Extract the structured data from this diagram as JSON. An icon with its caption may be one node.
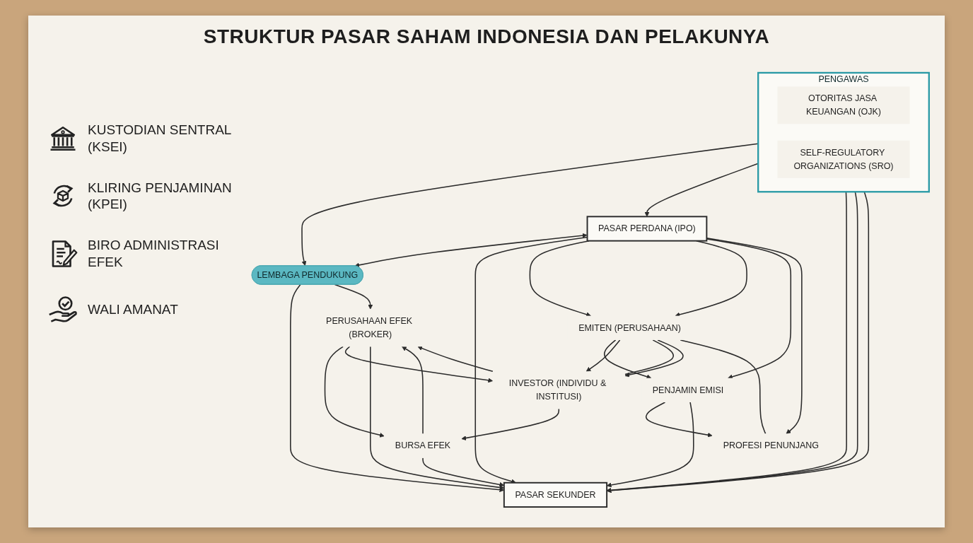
{
  "diagram": {
    "title": "STRUKTUR PASAR SAHAM INDONESIA DAN PELAKUNYA",
    "nodes": [
      {
        "text": [
          "PENGAWAS"
        ]
      },
      {
        "text": [
          "OTORITAS JASA KEUANGAN (OJK)"
        ],
        "in": 0
      },
      {
        "text": [
          "SELF-REGULATORY ORGANIZATIONS (SRO)"
        ],
        "in": 0
      },
      {
        "text": [
          "PASAR PERDANA (IPO)"
        ]
      },
      {
        "text": [
          "PASAR SEKUNDER"
        ]
      },
      {
        "text": [
          "LEMBAGA PENDUKUNG"
        ]
      },
      {
        "text": [
          "EMITEN (PERUSAHAAN)"
        ]
      },
      {
        "text": [
          "PENJAMIN EMISI"
        ]
      },
      {
        "text": [
          "PROFESI PENUNJANG"
        ]
      },
      {
        "text": [
          "BURSA EFEK"
        ]
      },
      {
        "text": [
          "PERUSAHAAN EFEK (BROKER)"
        ]
      },
      {
        "text": [
          "INVESTOR (INDIVIDU & INSTITUSI)"
        ]
      }
    ],
    "edges": [
      {
        "from": 0,
        "to": 5,
        "arrow": "to"
      },
      {
        "from": 0,
        "to": 3,
        "arrow": "to"
      },
      {
        "from": 0,
        "to": 4,
        "arrow": "to"
      },
      {
        "from": 0,
        "to": 4,
        "arrow": "to"
      },
      {
        "from": 0,
        "to": 4,
        "arrow": "to"
      },
      {
        "from": 3,
        "to": 5,
        "arrow": "both"
      },
      {
        "from": 3,
        "to": 4,
        "arrow": "to"
      },
      {
        "from": 3,
        "to": 6,
        "arrow": "to"
      },
      {
        "from": 3,
        "to": 6,
        "arrow": "to"
      },
      {
        "from": 3,
        "to": 7,
        "arrow": "to"
      },
      {
        "from": 3,
        "to": 8,
        "arrow": "to"
      },
      {
        "from": 6,
        "to": 7,
        "arrow": "to"
      },
      {
        "from": 7,
        "to": 8,
        "arrow": "to"
      },
      {
        "from": 5,
        "to": 4,
        "arrow": "to"
      },
      {
        "from": 5,
        "to": 10,
        "arrow": "to"
      },
      {
        "from": 7,
        "to": 4,
        "arrow": "to"
      },
      {
        "from": 6,
        "to": 11,
        "arrow": "to"
      },
      {
        "from": 6,
        "to": 11,
        "arrow": "none"
      },
      {
        "from": 6,
        "to": 11,
        "arrow": "to"
      },
      {
        "from": 8,
        "to": 6,
        "arrow": "none"
      },
      {
        "from": 9,
        "to": 4,
        "arrow": "to"
      },
      {
        "from": 9,
        "to": 10,
        "arrow": "to"
      },
      {
        "from": 10,
        "to": 9,
        "arrow": "to"
      },
      {
        "from": 10,
        "to": 11,
        "arrow": "to"
      },
      {
        "from": 11,
        "to": 10,
        "arrow": "to"
      },
      {
        "from": 11,
        "to": 9,
        "arrow": "to"
      },
      {
        "from": 10,
        "to": 4,
        "arrow": "to"
      }
    ],
    "labels": [
      "KUSTODIAN SENTRAL (KSEI)",
      "KLIRING PENJAMINAN (KPEI)",
      "BIRO ADMINISTRASI EFEK",
      "WALI AMANAT"
    ]
  }
}
